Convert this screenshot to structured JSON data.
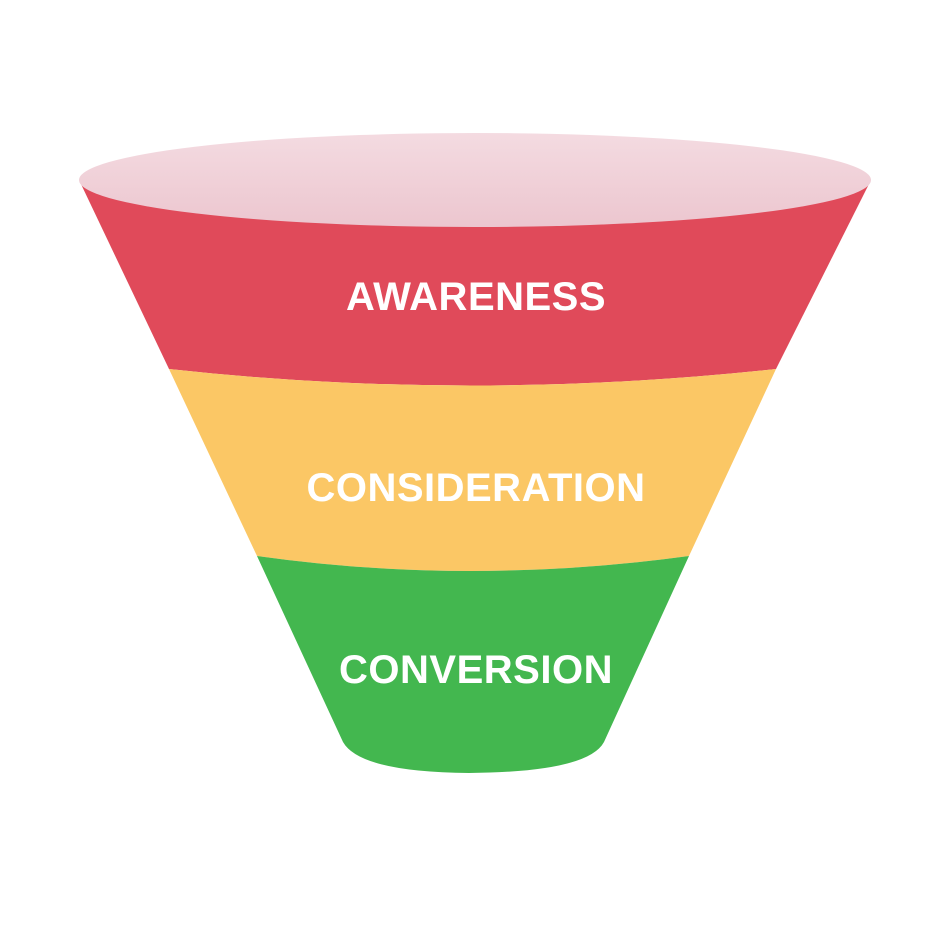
{
  "funnel": {
    "stages": [
      {
        "label": "AWARENESS",
        "color": "#e04a5a"
      },
      {
        "label": "CONSIDERATION",
        "color": "#fbc765"
      },
      {
        "label": "CONVERSION",
        "color": "#43b74f"
      }
    ],
    "top_color": "#f0cfd6"
  }
}
